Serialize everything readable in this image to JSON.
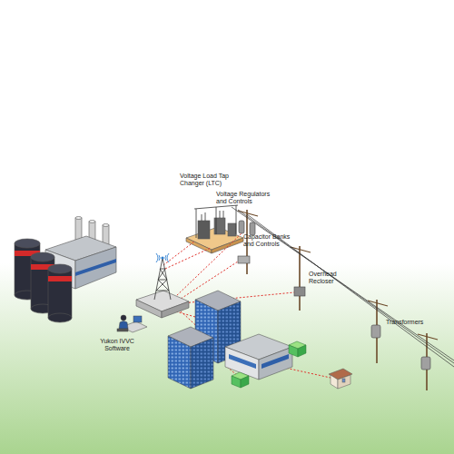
{
  "diagram": {
    "labels": [
      "Voltage Load Tap Changer (LTC)",
      "Voltage Regulators and Controls",
      "Capacitor Banks and Controls",
      "Overhead Recloser",
      "Transformers",
      "Yukon IVVC Software"
    ]
  }
}
